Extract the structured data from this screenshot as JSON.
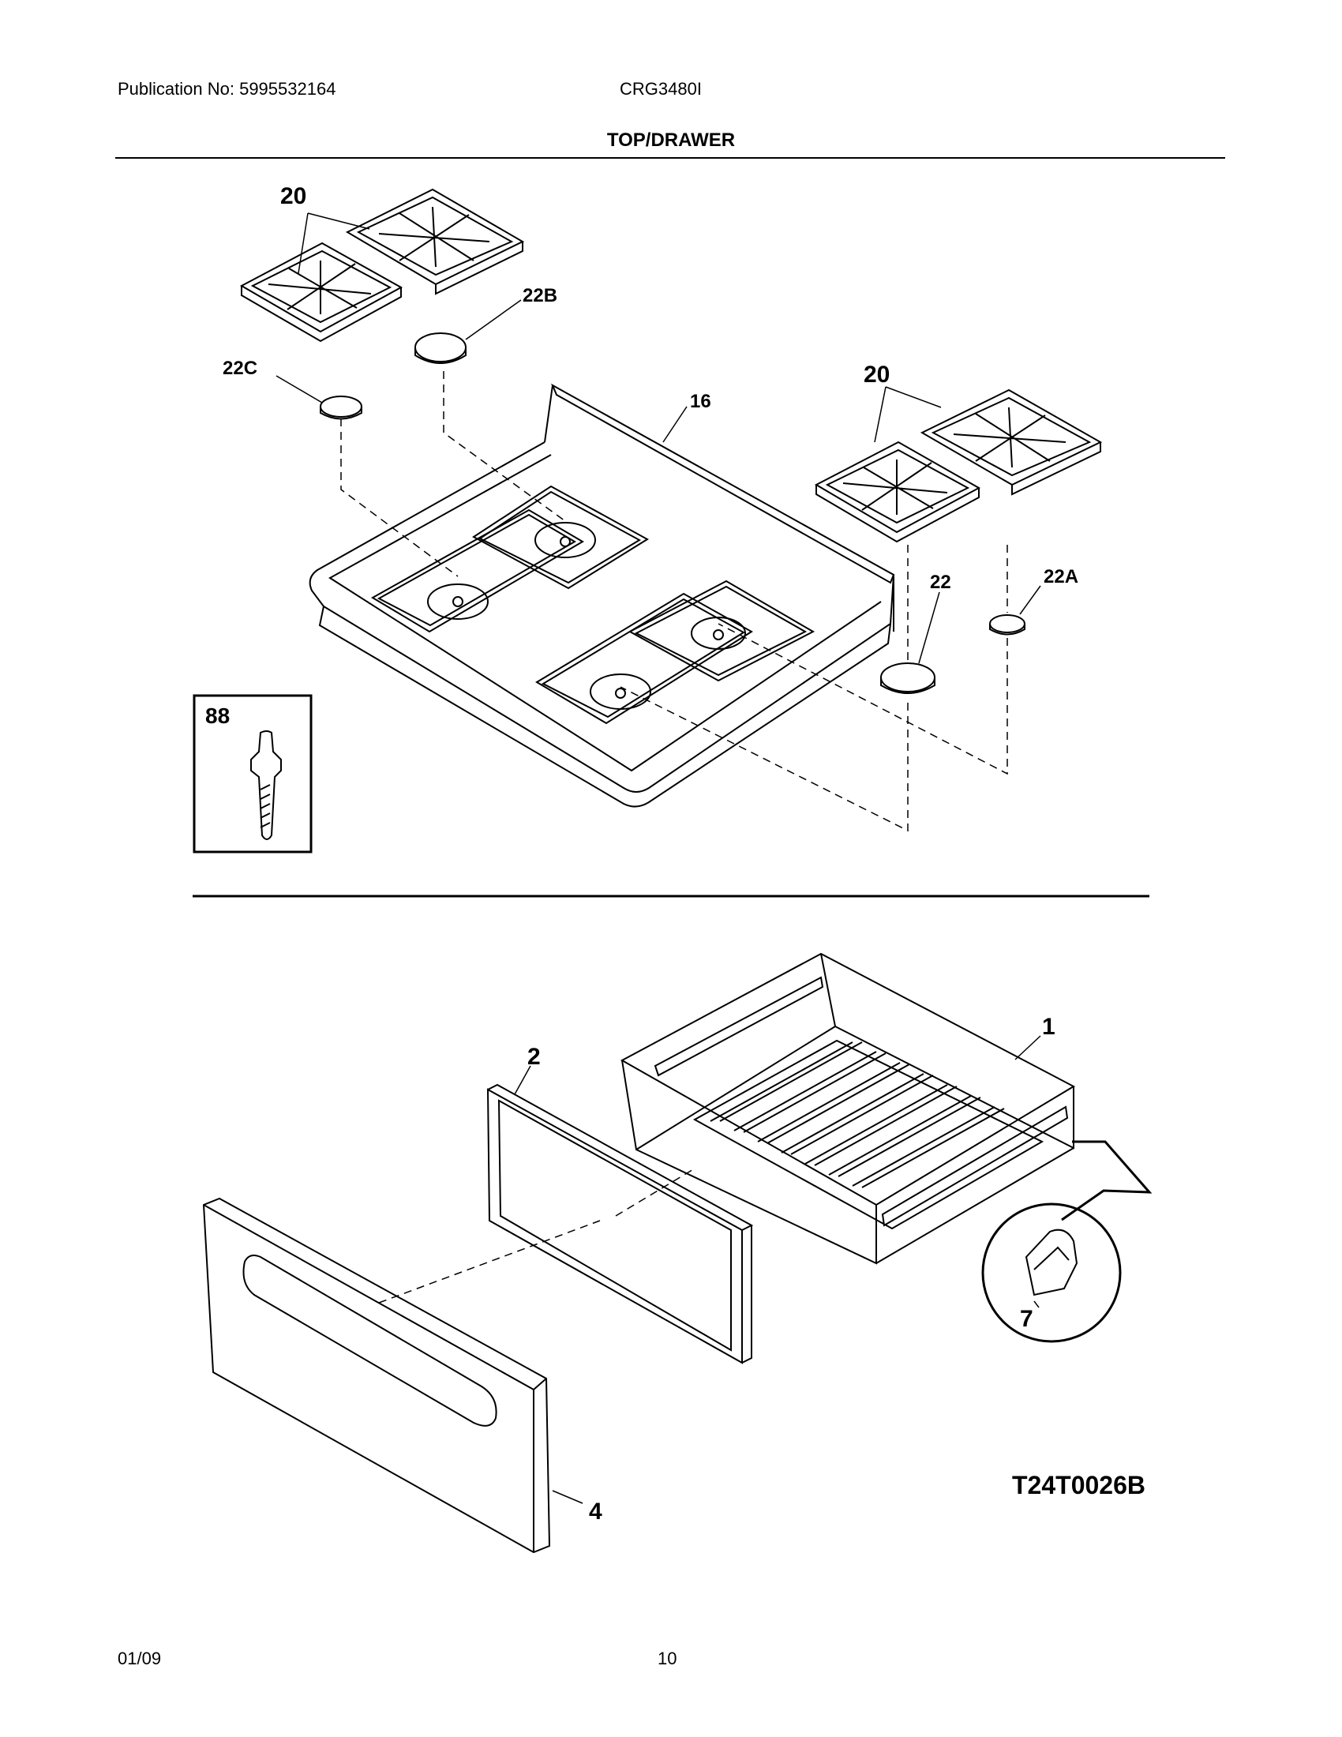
{
  "header": {
    "publication": "Publication No: 5995532164",
    "model": "CRG3480I",
    "section_title": "TOP/DRAWER"
  },
  "callouts": {
    "grate_left": "20",
    "grate_right": "20",
    "cap_22b": "22B",
    "cap_22c": "22C",
    "cooktop": "16",
    "cap_22": "22",
    "cap_22a": "22A",
    "screw": "88",
    "drawer_body": "1",
    "drawer_liner": "2",
    "drawer_front": "4",
    "glide": "7"
  },
  "diagram_code": "T24T0026B",
  "footer": {
    "date": "01/09",
    "page": "10"
  }
}
